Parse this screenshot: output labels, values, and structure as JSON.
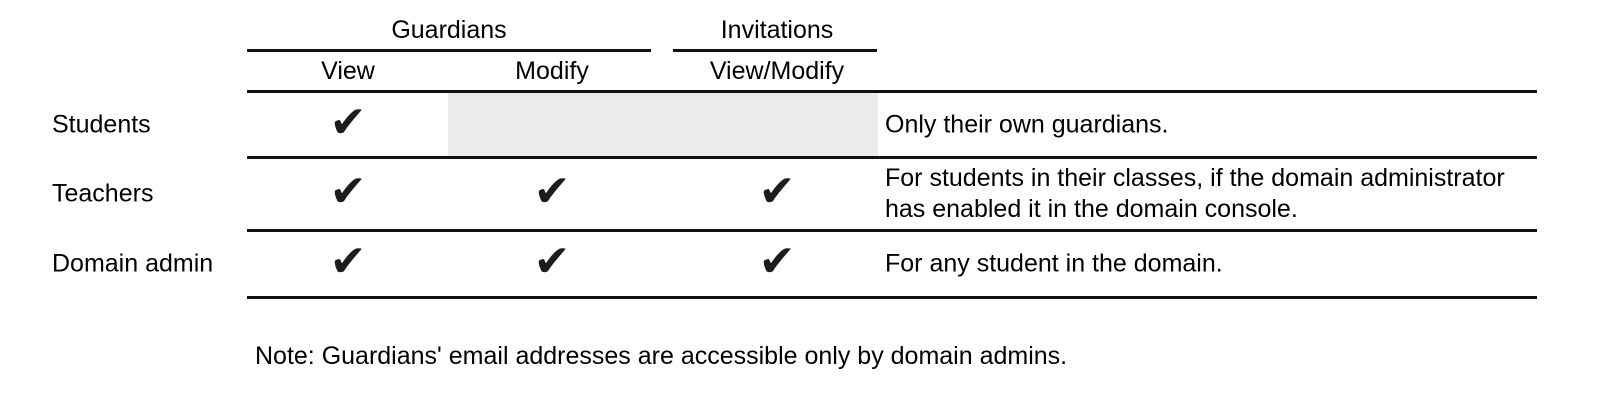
{
  "table": {
    "column_groups": [
      {
        "label": "Guardians",
        "columns": [
          {
            "label": "View"
          },
          {
            "label": "Modify"
          }
        ]
      },
      {
        "label": "Invitations",
        "columns": [
          {
            "label": "View/Modify"
          }
        ]
      }
    ],
    "check_glyph": "✔",
    "rows": [
      {
        "label": "Students",
        "checks": {
          "view": true,
          "modify": false,
          "view_modify": false
        },
        "not_applicable_span": true,
        "note": "Only their own guardians."
      },
      {
        "label": "Teachers",
        "checks": {
          "view": true,
          "modify": true,
          "view_modify": true
        },
        "not_applicable_span": false,
        "note": "For students in their classes, if the domain administrator has enabled it in the domain console."
      },
      {
        "label": "Domain admin",
        "checks": {
          "view": true,
          "modify": true,
          "view_modify": true
        },
        "not_applicable_span": false,
        "note": "For any student in the domain."
      }
    ]
  },
  "footnote": "Note: Guardians' email addresses are accessible only by domain admins.",
  "colors": {
    "text": "#000000",
    "rule": "#111111",
    "check": "#1c1c1c",
    "not_applicable_bg": "#ebebeb",
    "background": "#ffffff"
  }
}
